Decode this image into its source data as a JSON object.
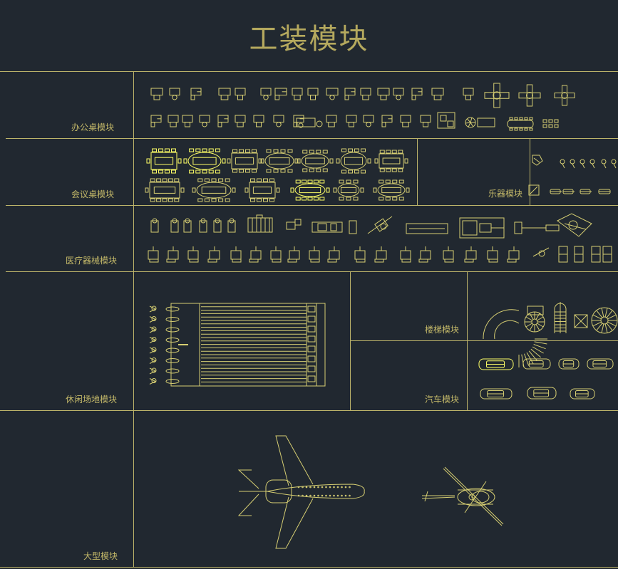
{
  "title": "工装模块",
  "sections": {
    "office_desk": "办公桌模块",
    "conference_table": "会议桌模块",
    "instruments": "乐器模块",
    "medical": "医疗器械模块",
    "leisure": "休闲场地模块",
    "stairs": "楼梯模块",
    "car": "汽车模块",
    "large": "大型模块"
  },
  "colors": {
    "background": "#212830",
    "frame": "#bdb46a",
    "symbol": "#d6ce72",
    "symbol_bright": "#ffff66",
    "title": "#b5a95e"
  }
}
